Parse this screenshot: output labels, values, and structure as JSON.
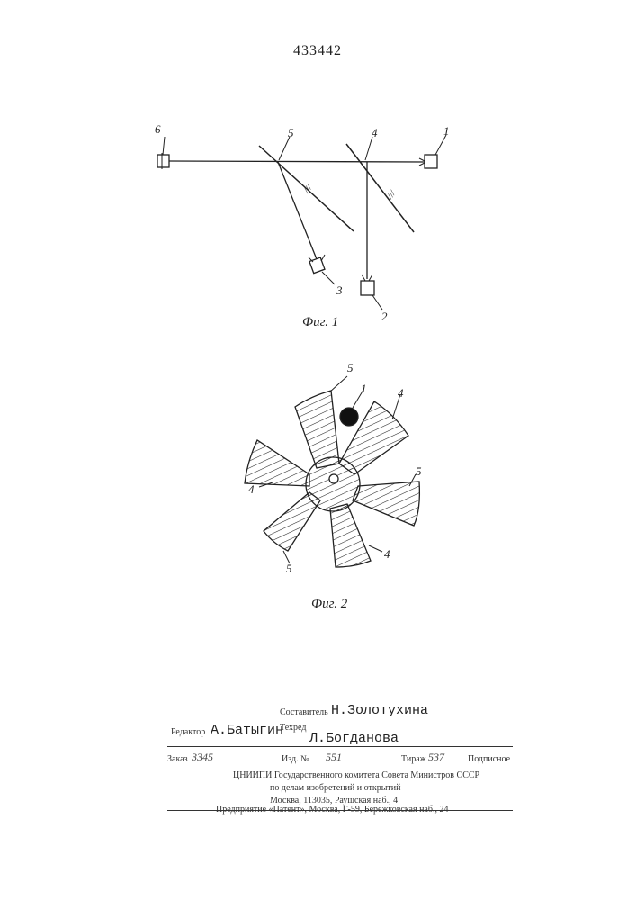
{
  "patent_number": "433442",
  "figure1": {
    "caption": "Фиг. 1",
    "labels": {
      "l1": "1",
      "l2": "2",
      "l3": "3",
      "l4": "4",
      "l5": "5",
      "l6": "6",
      "hatch_a": "///",
      "hatch_b": "///"
    }
  },
  "figure2": {
    "caption": "Фиг. 2",
    "labels": {
      "top5": "5",
      "top1": "1",
      "top4": "4",
      "right5": "5",
      "left4": "4",
      "bottom4": "4",
      "bottom5": "5"
    }
  },
  "imprint": {
    "compiler_label": "Составитель",
    "compiler_name": "Н.Золотухина",
    "editor_label": "Редактор",
    "editor_name": "А.Батыгин",
    "techred_label": "Техред",
    "techred_name": "Л.Богданова",
    "order_label": "Заказ",
    "order_value": "3345",
    "edition_label": "Изд. №",
    "edition_value": "551",
    "circulation_label": "Тираж",
    "circulation_value": "537",
    "subscription": "Подписное",
    "org_line1": "ЦНИИПИ Государственного комитета Совета Министров СССР",
    "org_line2": "по делам изобретений и открытий",
    "org_line3": "Москва, 113035, Раушская наб., 4",
    "printer_line": "Предприятие «Патент», Москва, Г-59, Бережковская наб., 24"
  }
}
